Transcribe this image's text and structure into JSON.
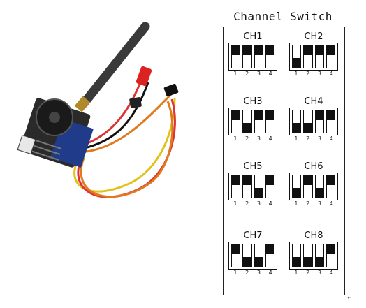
{
  "title": "Channel Switch",
  "return_mark": "↵",
  "colors": {
    "black": "#111111",
    "antenna": "#3a3a3a",
    "board": "#1f3b8a"
  },
  "photo": {
    "icon": "fpv-video-transmitter-with-antenna-and-cable"
  },
  "channels": [
    {
      "label": "CH1",
      "switches": [
        "up",
        "up",
        "up",
        "up"
      ],
      "numbers": [
        "1",
        "2",
        "3",
        "4"
      ]
    },
    {
      "label": "CH2",
      "switches": [
        "down",
        "up",
        "up",
        "up"
      ],
      "numbers": [
        "1",
        "2",
        "3",
        "4"
      ]
    },
    {
      "label": "CH3",
      "switches": [
        "up",
        "down",
        "up",
        "up"
      ],
      "numbers": [
        "1",
        "2",
        "3",
        "4"
      ]
    },
    {
      "label": "CH4",
      "switches": [
        "down",
        "down",
        "up",
        "up"
      ],
      "numbers": [
        "1",
        "2",
        "3",
        "4"
      ]
    },
    {
      "label": "CH5",
      "switches": [
        "up",
        "up",
        "down",
        "up"
      ],
      "numbers": [
        "1",
        "2",
        "3",
        "4"
      ]
    },
    {
      "label": "CH6",
      "switches": [
        "down",
        "up",
        "down",
        "up"
      ],
      "numbers": [
        "1",
        "2",
        "3",
        "4"
      ]
    },
    {
      "label": "CH7",
      "switches": [
        "up",
        "down",
        "down",
        "up"
      ],
      "numbers": [
        "1",
        "2",
        "3",
        "4"
      ]
    },
    {
      "label": "CH8",
      "switches": [
        "down",
        "down",
        "down",
        "up"
      ],
      "numbers": [
        "1",
        "2",
        "3",
        "4"
      ]
    }
  ]
}
